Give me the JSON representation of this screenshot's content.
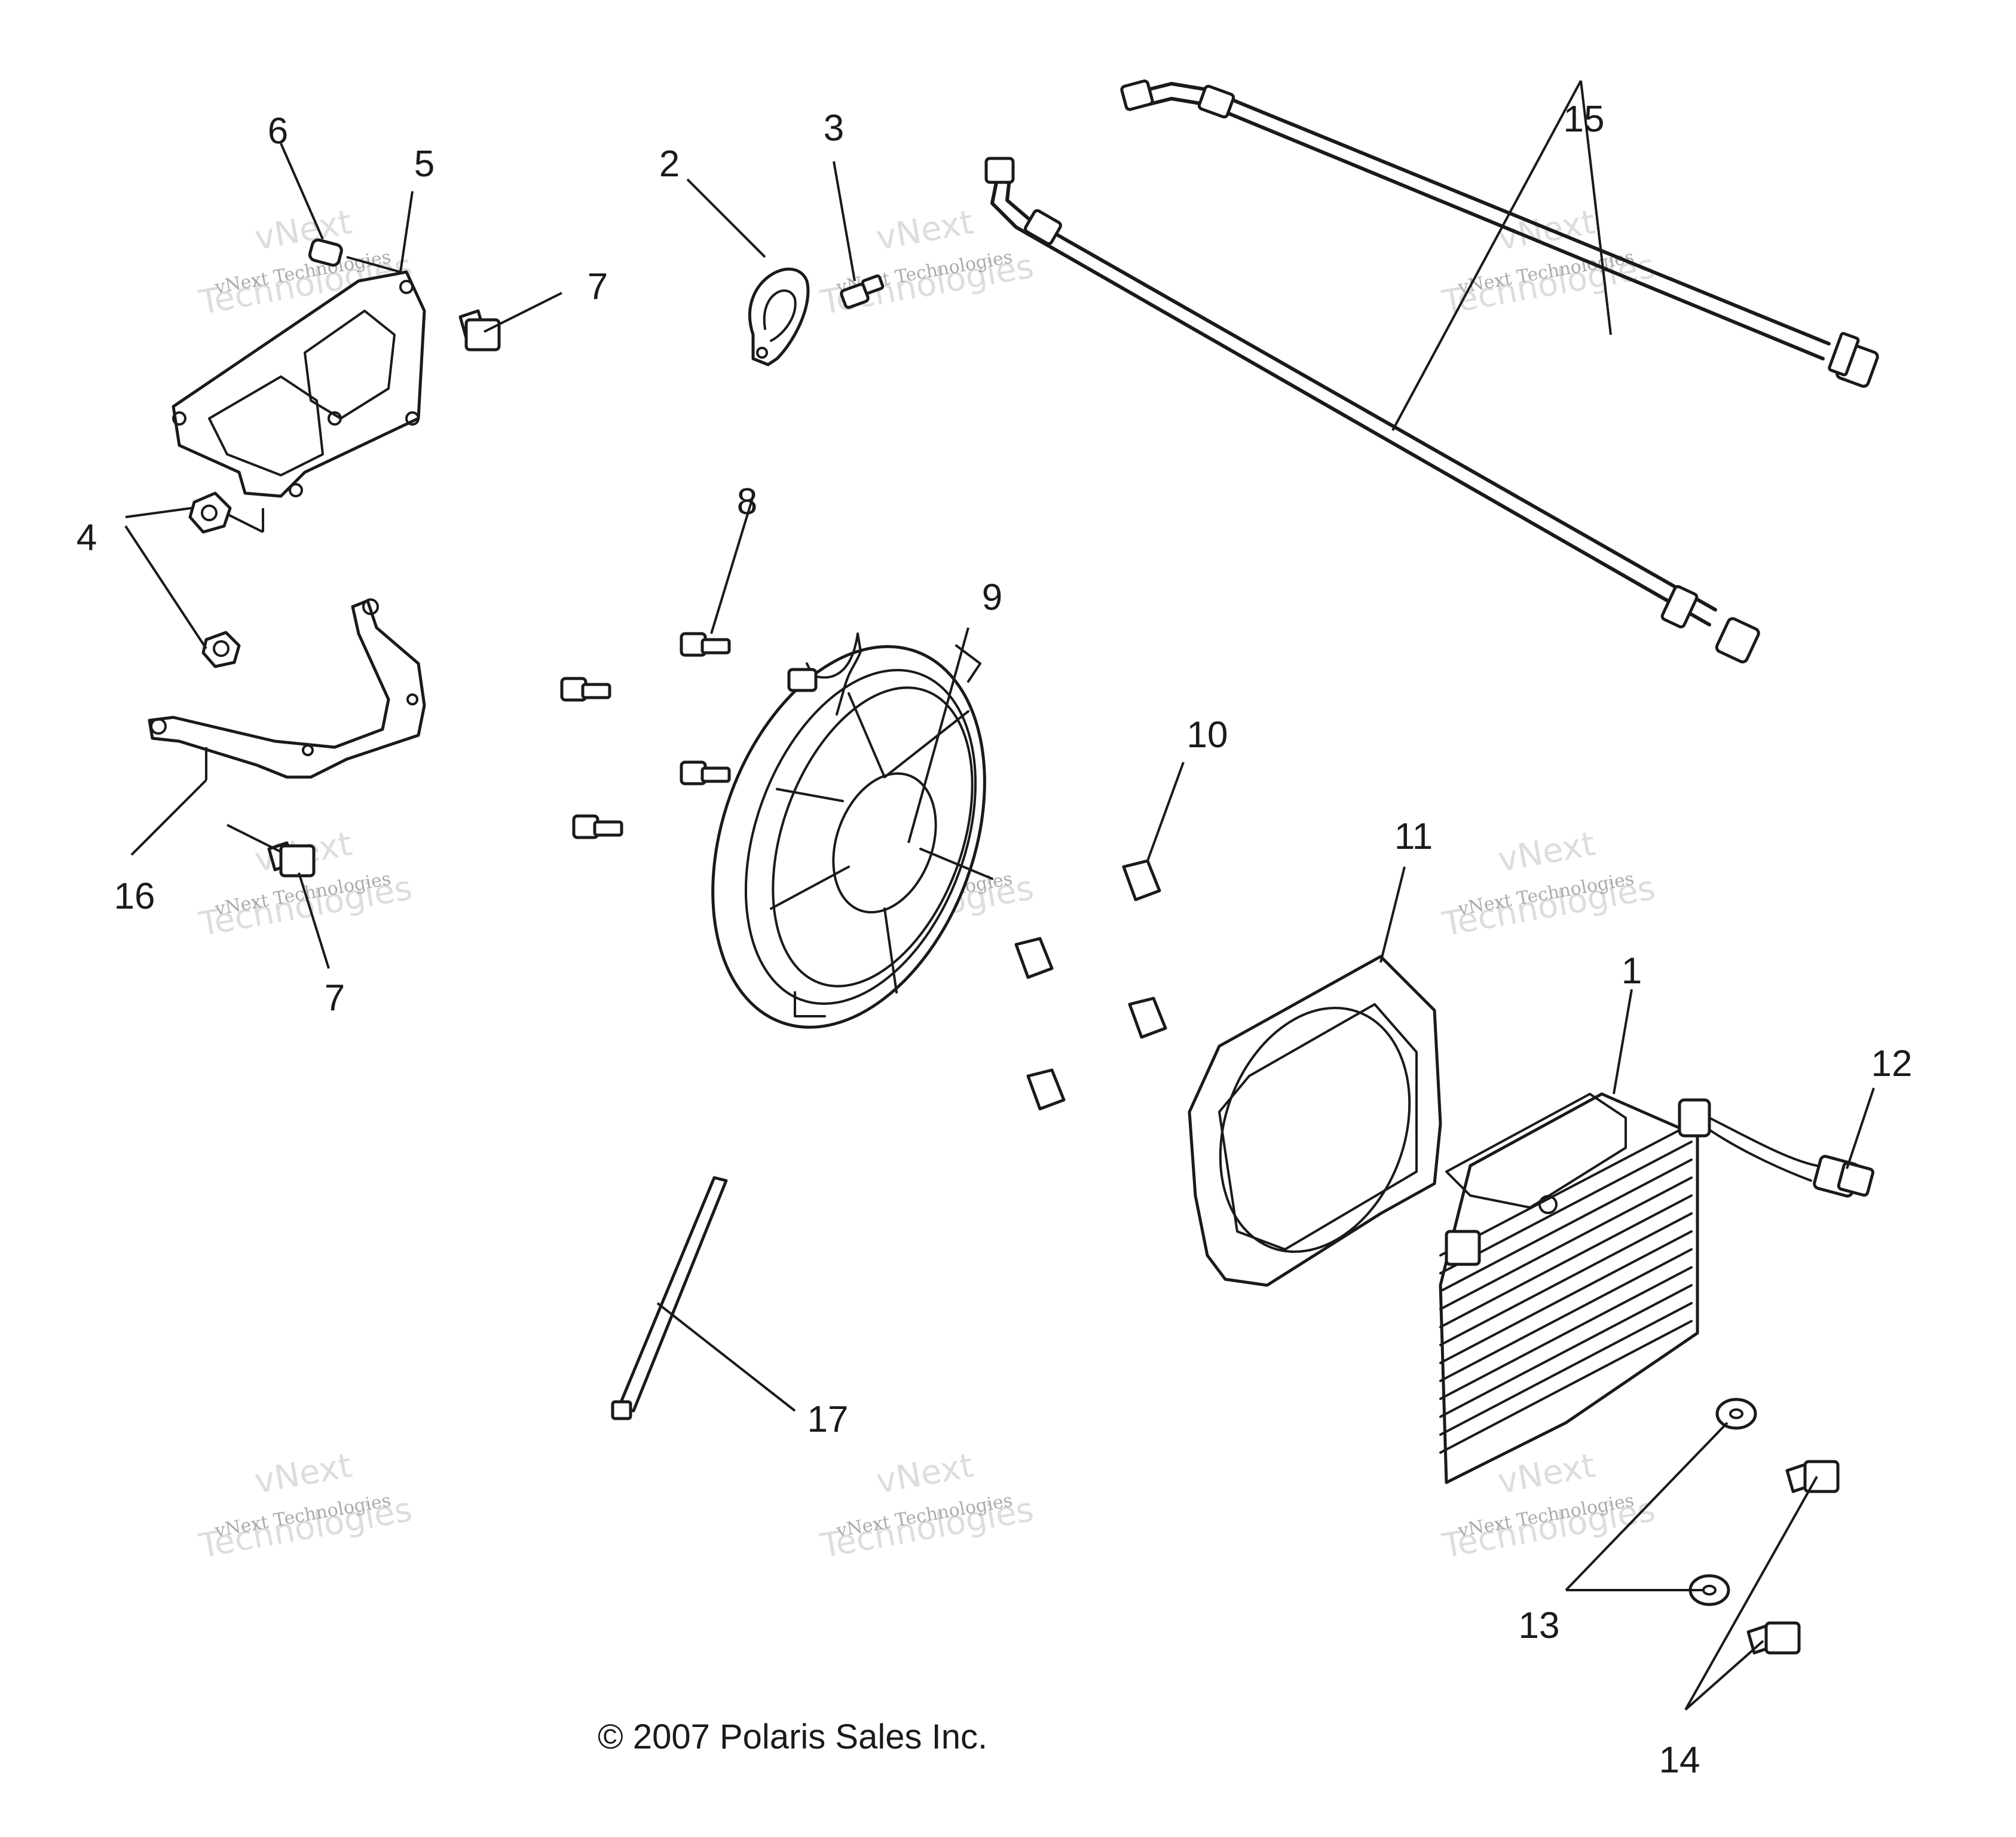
{
  "callouts": {
    "c1": "1",
    "c2": "2",
    "c3": "3",
    "c4": "4",
    "c5": "5",
    "c6": "6",
    "c7a": "7",
    "c7b": "7",
    "c8": "8",
    "c9": "9",
    "c10": "10",
    "c11": "11",
    "c12": "12",
    "c13": "13",
    "c14": "14",
    "c15": "15",
    "c16": "16",
    "c17": "17"
  },
  "copyright": "© 2007 Polaris Sales Inc.",
  "watermark": {
    "brand_small": "vNext Technologies",
    "brand_big": "Technologies",
    "brand_top": "vNext"
  },
  "colors": {
    "line": "#1a1a1a",
    "watermark": "#8f8f8f"
  }
}
